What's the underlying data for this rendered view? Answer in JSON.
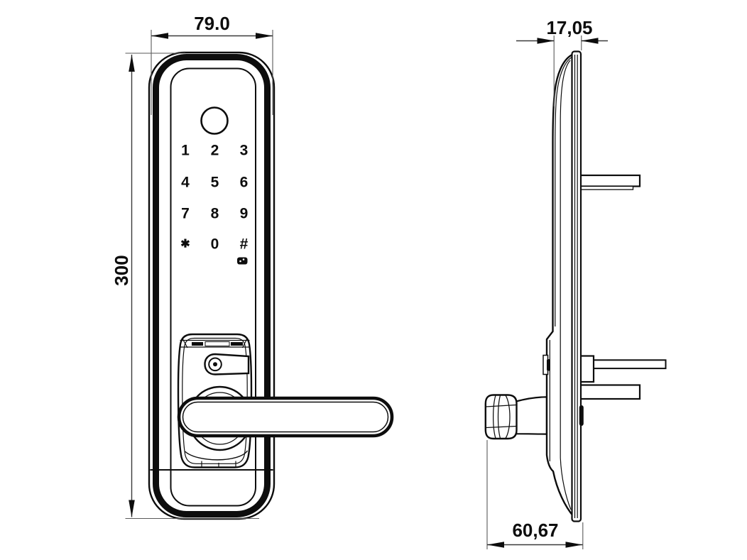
{
  "front_view": {
    "width_label": "79.0",
    "height_label": "300",
    "keypad_keys": [
      "1",
      "2",
      "3",
      "4",
      "5",
      "6",
      "7",
      "8",
      "9",
      "✱",
      "0",
      "#"
    ],
    "icons": [
      "fingerprint-sensor-icon",
      "doorbell-icon"
    ]
  },
  "side_view": {
    "thickness_label": "17,05",
    "depth_label": "60,67",
    "icons": [
      "deadbolt-latch",
      "spindle-rod",
      "handle-knob"
    ]
  },
  "colors": {
    "line": "#0d0d0d",
    "background": "#ffffff",
    "dimension_line": "#3a3a3a"
  }
}
